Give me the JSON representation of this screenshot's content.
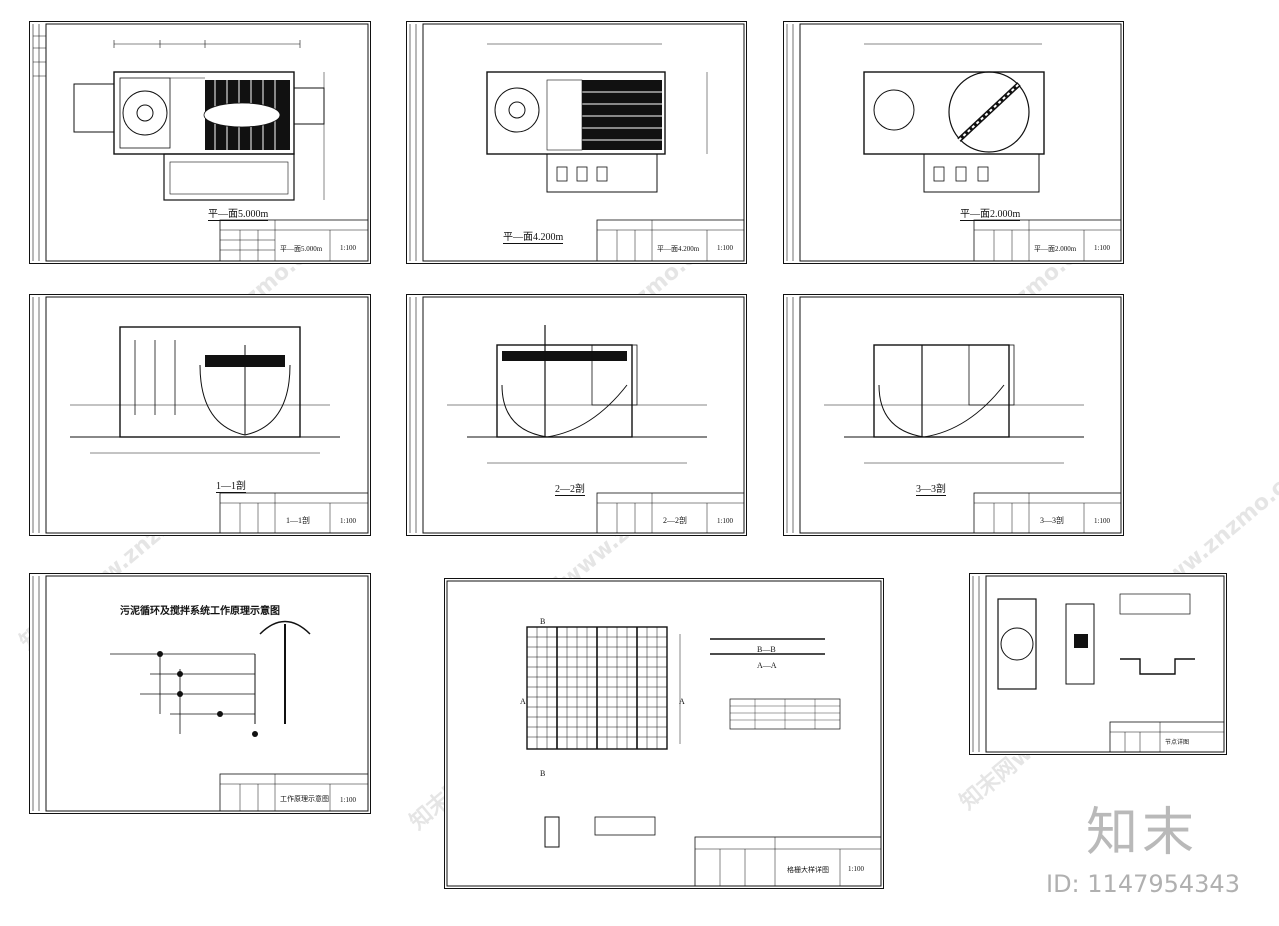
{
  "sheets": [
    {
      "id": "plan-a",
      "caption": "平—面5.000m",
      "tb_title": "平—面5.000m",
      "scale": "1:100",
      "label": "s1-caption"
    },
    {
      "id": "plan-b",
      "caption": "平—面4.200m",
      "tb_title": "平—面4.200m",
      "scale": "1:100",
      "label": "s2-caption"
    },
    {
      "id": "plan-c",
      "caption": "平—面2.000m",
      "tb_title": "平—面2.000m",
      "scale": "1:100",
      "label": "s3-caption"
    },
    {
      "id": "section-1",
      "caption": "1—1剖",
      "tb_title": "1—1剖",
      "scale": "1:100",
      "label": "s4-caption"
    },
    {
      "id": "section-2",
      "caption": "2—2剖",
      "tb_title": "2—2剖",
      "scale": "1:100",
      "label": "s5-caption"
    },
    {
      "id": "section-3",
      "caption": "3—3剖",
      "tb_title": "3—3剖",
      "scale": "1:100",
      "label": "s6-caption"
    },
    {
      "id": "process",
      "caption": "污泥循环及搅拌系统工作原理示意图",
      "tb_title": "工作原理示意图",
      "scale": "1:100",
      "label": "s7-caption"
    },
    {
      "id": "detail-grid",
      "caption": "",
      "tb_title": "格栅大样详图",
      "scale": "1:100",
      "label": "s8-caption"
    },
    {
      "id": "detail-small",
      "caption": "",
      "tb_title": "节点详图",
      "scale": "",
      "label": "s9-caption"
    }
  ],
  "section_markers": {
    "a": "A",
    "b": "B",
    "aa": "A—A",
    "bb": "B—B"
  },
  "watermark": "知末网www.znzmo.com",
  "brand": {
    "logo_text": "知末",
    "id_text": "ID: 1147954343"
  }
}
